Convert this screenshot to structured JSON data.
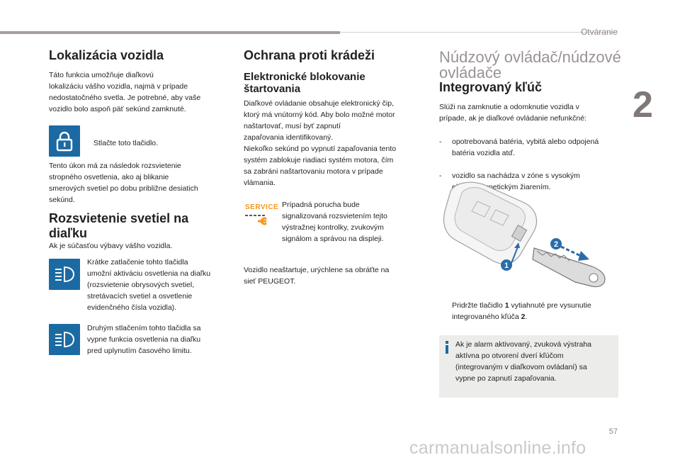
{
  "header": {
    "section": "Otváranie",
    "chapter_number": "2",
    "page_number": "57",
    "watermark": "carmanualsonline.info"
  },
  "col1": {
    "title1": "Lokalizácia vozidla",
    "intro": "Táto funkcia umožňuje diaľkovú\nlokalizáciu vášho vozidla, najmä v prípade\nnedostatočného svetla. Je potrebné, aby vaše\nvozidlo bolo aspoň päť sekúnd zamknuté.",
    "lock_icon": "padlock-icon",
    "press_bullet": "",
    "press_text": "Stlačte toto tlačidlo.",
    "result": "Tento úkon má za následok rozsvietenie\nstropného osvetlenia, ako aj blikanie\nsmerových svetiel po dobu približne desiatich\nsekúnd.",
    "title2": "Rozsvietenie svetiel na diaľku",
    "equip": "Ak je súčasťou výbavy vášho vozidla.",
    "light_icon": "headlamp-icon",
    "short_press": "Krátke zatlačenie tohto tlačidla\numožní aktiváciu osvetlenia na diaľku\n(rozsvietenie obrysových svetiel,\nstretávacích svetiel a osvetlenie\nevidenčného čísla vozidla).",
    "second_press": "Druhým stlačením tohto tlačidla sa\nvypne funkcia osvetlenia na diaľku\npred uplynutím časového limitu."
  },
  "col2": {
    "title": "Ochrana proti krádeži",
    "subtitle": "Elektronické blokovanie štartovania",
    "body": "Diaľkové ovládanie obsahuje elektronický čip,\nktorý má vnútorný kód. Aby bolo možné motor\nnaštartovať, musí byť zapnutí\nzapaľovania identifikovaný.\nNiekoľko sekúnd po vypnutí zapaľovania tento\nsystém zablokuje riadiaci systém motora, čím\nsa zabráni naštartovaniu motora v prípade\nvlámania.",
    "service_label": "SERVICE",
    "service_text": "Prípadná porucha bude\nsignalizovaná rozsvietením tejto\nvýstražnej kontrolky, zvukovým\nsignálom a správou na displeji.",
    "footer": "Vozidlo neaštartuje, urýchlene sa obráťte na\nsieť PEUGEOT."
  },
  "col3": {
    "light_title": "Núdzový ovládač/núdzové ovládače",
    "title": "Integrovaný kľúč",
    "intro": "Slúži na zamknutie a odomknutie vozidla v\nprípade, ak je diaľkové ovládanie nefunkčné:",
    "list": [
      {
        "dash": "-",
        "text": "opotrebovaná batéria, vybitá alebo odpojená batéria vozidla atď."
      },
      {
        "dash": "-",
        "text": "vozidlo sa nachádza v zóne s vysokým elektromagnetickým žiarením."
      }
    ],
    "figure_labels": [
      "1",
      "2"
    ],
    "step_prefix": "Pridržte tlačidlo ",
    "step_b1": "1",
    "step_mid": " vytiahnuté pre vysunutie integrovaného kľúča ",
    "step_b2": "2",
    "step_end": ".",
    "info": "Ak je alarm aktivovaný, zvuková výstraha\naktívna po otvorení dverí kľúčom\n(integrovaným v diaľkovom ovládaní) sa\nvypne po zapnutí zapaľovania.",
    "info_icon": "info-icon"
  },
  "colors": {
    "accent_blue": "#1b6aa3",
    "service_orange": "#f7941d",
    "figure_blue": "#2a6ca8"
  }
}
